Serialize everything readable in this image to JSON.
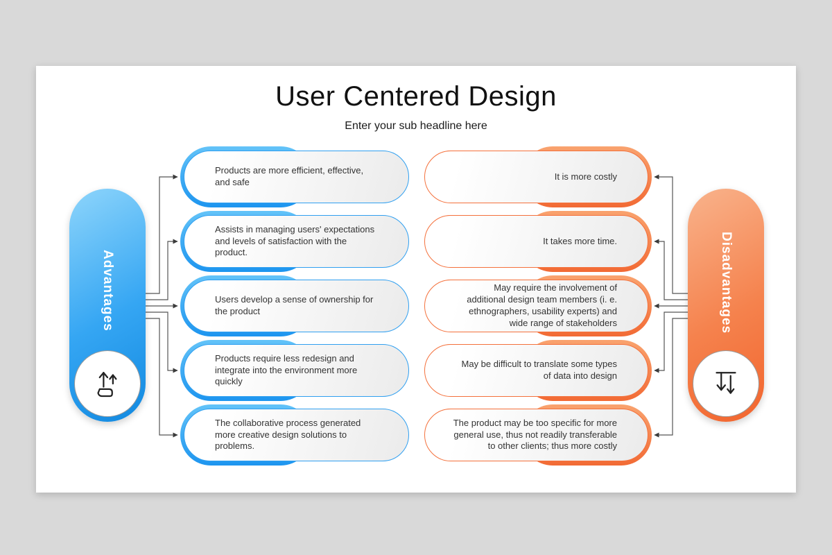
{
  "slide": {
    "title": "User Centered Design",
    "subtitle": "Enter your sub headline here"
  },
  "advantages": {
    "label": "Advantages",
    "color": "#2196f3",
    "icon": "swipe-up-hand-icon",
    "items": [
      "Products are more efficient, effective, and safe",
      "Assists in managing users' expectations and levels of satisfaction with the product.",
      "Users develop a sense of ownership for the product",
      "Products require less redesign and integrate into the environment more quickly",
      "The collaborative process generated more creative design solutions to problems."
    ]
  },
  "disadvantages": {
    "label": "Disadvantages",
    "color": "#f4703b",
    "icon": "arrows-down-icon",
    "items": [
      "It is more costly",
      "It takes more time.",
      "May require the involvement of additional design team members (i. e. ethnographers, usability experts) and wide range of stakeholders",
      "May be difficult to translate some types of data into design",
      "The product may be too specific for more general use, thus not readily transferable to other clients; thus more costly"
    ]
  }
}
